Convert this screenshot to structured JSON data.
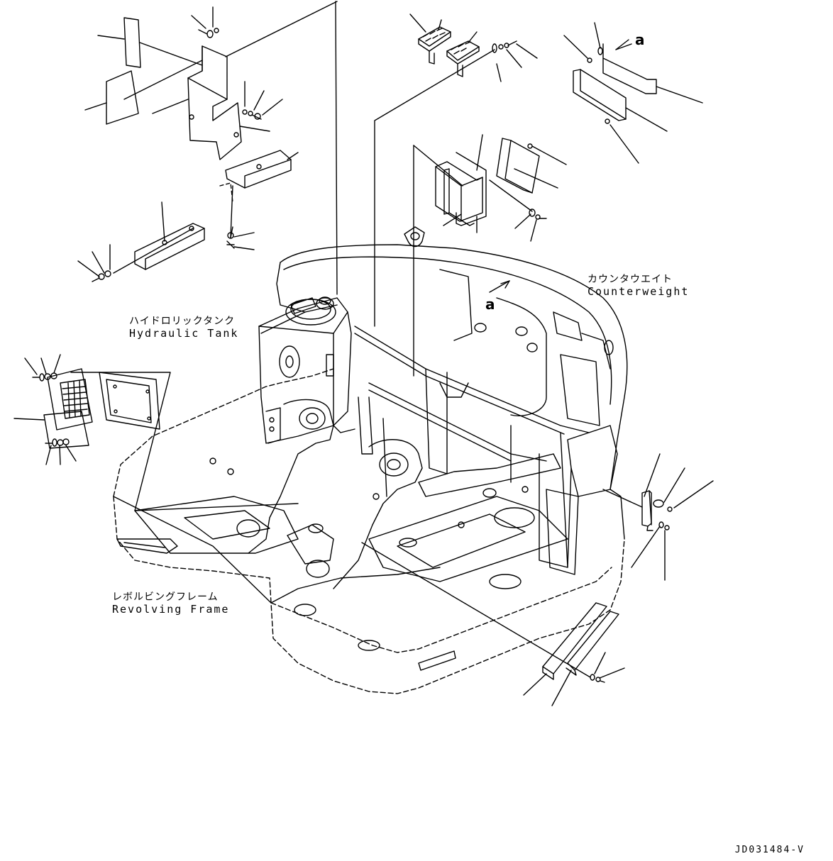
{
  "labels": {
    "hydraulic_tank": {
      "jp": "ハイドロリックタンク",
      "en": "Hydraulic Tank"
    },
    "counterweight": {
      "jp": "カウンタウエイト",
      "en": "Counterweight"
    },
    "revolving_frame": {
      "jp": "レボルビングフレーム",
      "en": "Revolving Frame"
    }
  },
  "callouts": {
    "top": "a",
    "counterweight": "a"
  },
  "document_id": "JD031484-V"
}
